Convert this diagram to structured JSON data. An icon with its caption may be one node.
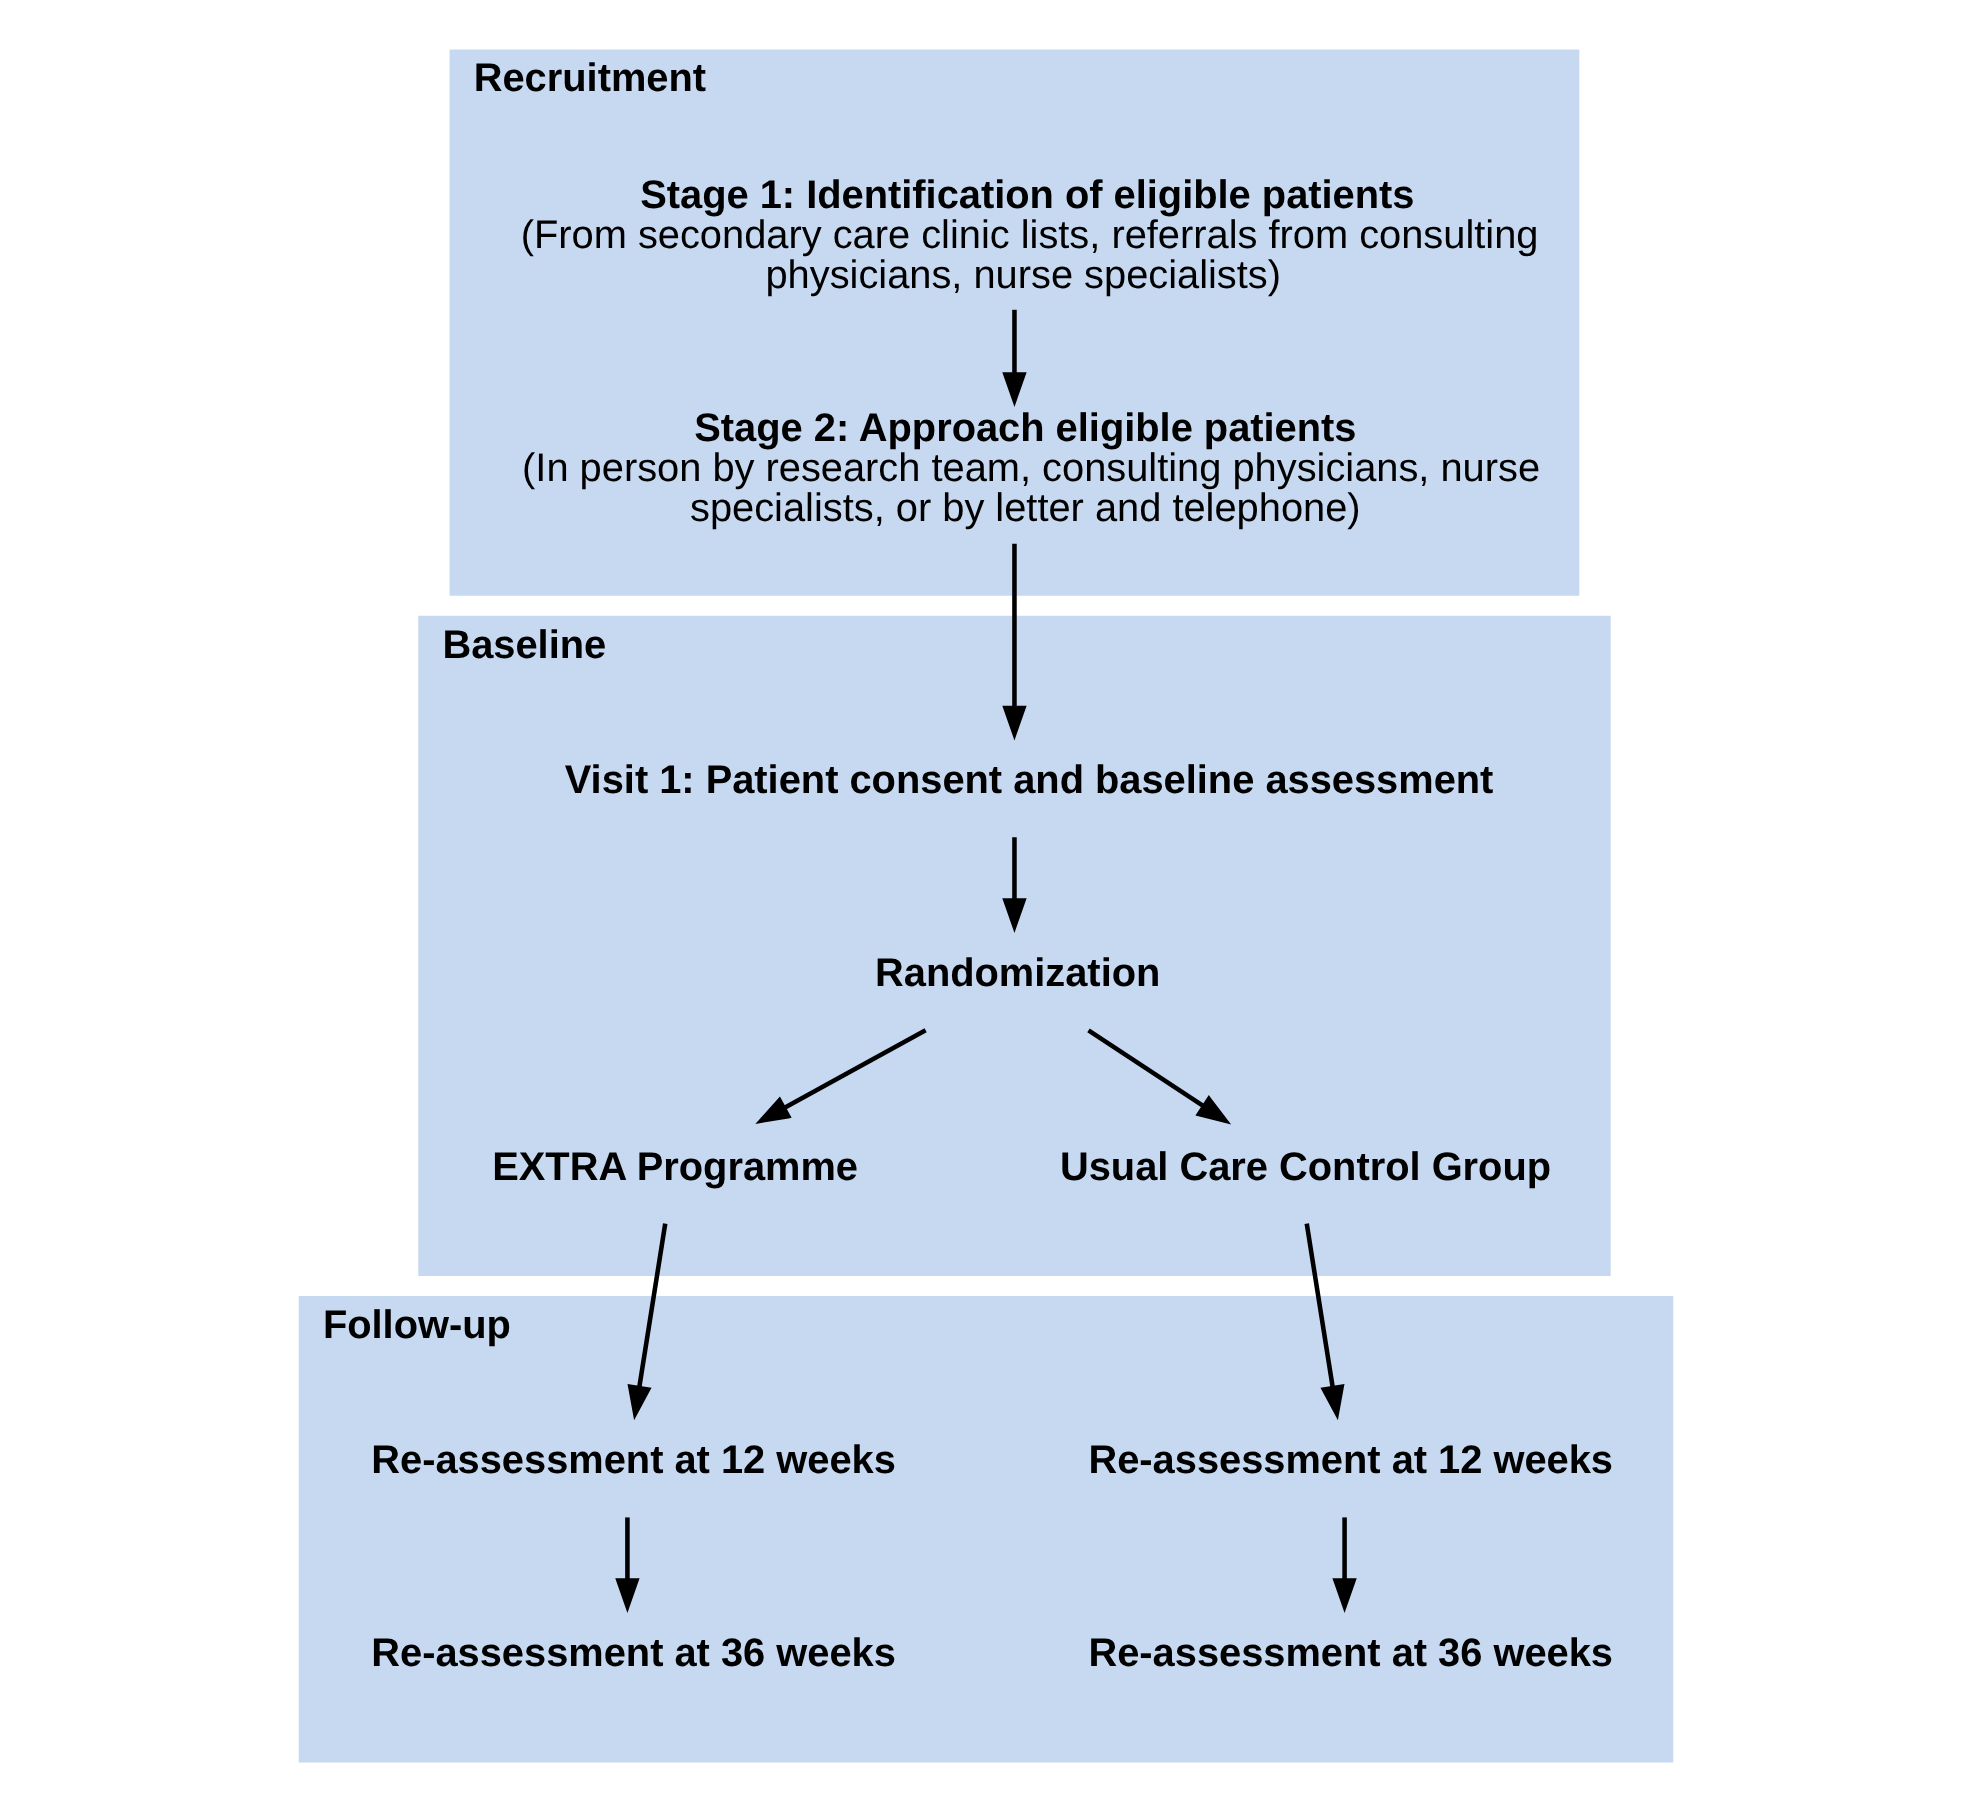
{
  "diagram": {
    "nodes": [
      {
        "text": [
          "Recruitment"
        ]
      },
      {
        "text": [
          "Stage 1: Identification of eligible patients",
          "(From secondary care clinic lists, referrals from consulting physicians, nurse specialists)"
        ],
        "in": 0
      },
      {
        "text": [
          "Stage 2: Approach eligible patients",
          "(In person by research team, consulting physicians, nurse specialists, or by letter and telephone)"
        ],
        "in": 0
      },
      {
        "text": [
          "Baseline"
        ]
      },
      {
        "text": [
          "Visit 1: Patient consent and baseline assessment"
        ],
        "in": 3
      },
      {
        "text": [
          "Randomization"
        ],
        "in": 3
      },
      {
        "text": [
          "EXTRA Programme"
        ],
        "in": 3
      },
      {
        "text": [
          "Usual Care Control Group"
        ],
        "in": 3
      },
      {
        "text": [
          "Follow-up"
        ]
      },
      {
        "text": [
          "Re-assessment at 12 weeks"
        ],
        "in": 8
      },
      {
        "text": [
          "Re-assessment at 12 weeks"
        ],
        "in": 8
      },
      {
        "text": [
          "Re-assessment at 36 weeks"
        ],
        "in": 8
      },
      {
        "text": [
          "Re-assessment at 36 weeks"
        ],
        "in": 8
      }
    ],
    "edges": [
      {
        "from": 1,
        "to": 2,
        "arrow": "to"
      },
      {
        "from": 2,
        "to": 4,
        "arrow": "to"
      },
      {
        "from": 4,
        "to": 5,
        "arrow": "to"
      },
      {
        "from": 5,
        "to": 6,
        "arrow": "to"
      },
      {
        "from": 5,
        "to": 7,
        "arrow": "to"
      },
      {
        "from": 6,
        "to": 9,
        "arrow": "to"
      },
      {
        "from": 7,
        "to": 10,
        "arrow": "to"
      },
      {
        "from": 9,
        "to": 11,
        "arrow": "to"
      },
      {
        "from": 10,
        "to": 12,
        "arrow": "to"
      }
    ]
  }
}
